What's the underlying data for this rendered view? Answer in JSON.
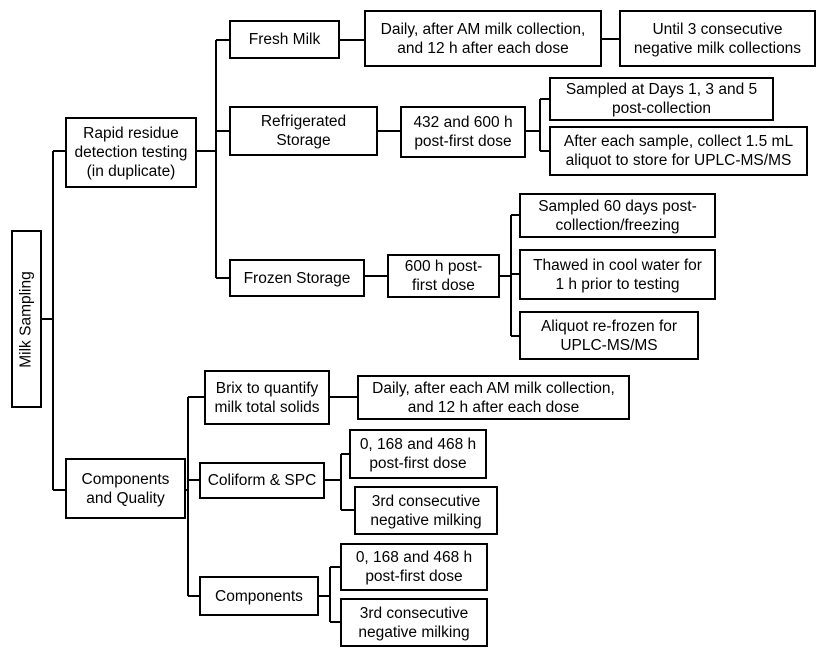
{
  "root": {
    "label": "Milk Sampling"
  },
  "rapid": {
    "label": "Rapid residue\ndetection testing\n(in duplicate)",
    "fresh": {
      "label": "Fresh Milk",
      "timing": "Daily, after AM milk collection,\nand 12 h after each dose",
      "end": "Until 3 consecutive\nnegative milk collections"
    },
    "refrigerated": {
      "label": "Refrigerated\nStorage",
      "timing": "432 and 600 h\npost-first dose",
      "details": [
        "Sampled at Days 1, 3 and 5\npost-collection",
        "After each sample, collect 1.5 mL\naliquot to store for UPLC-MS/MS"
      ]
    },
    "frozen": {
      "label": "Frozen Storage",
      "timing": "600 h post-\nfirst dose",
      "details": [
        "Sampled 60 days post-\ncollection/freezing",
        "Thawed in cool water for\n1 h prior to testing",
        "Aliquot re-frozen for\nUPLC-MS/MS"
      ]
    }
  },
  "components_quality": {
    "label": "Components\nand Quality",
    "brix": {
      "label": "Brix to quantify\nmilk total solids",
      "timing": "Daily, after each AM milk collection,\nand 12 h after each dose"
    },
    "coliform": {
      "label": "Coliform & SPC",
      "details": [
        "0, 168 and 468 h\npost-first dose",
        "3rd consecutive\nnegative milking"
      ]
    },
    "components": {
      "label": "Components",
      "details": [
        "0, 168 and 468 h\npost-first dose",
        "3rd consecutive\nnegative milking"
      ]
    }
  }
}
